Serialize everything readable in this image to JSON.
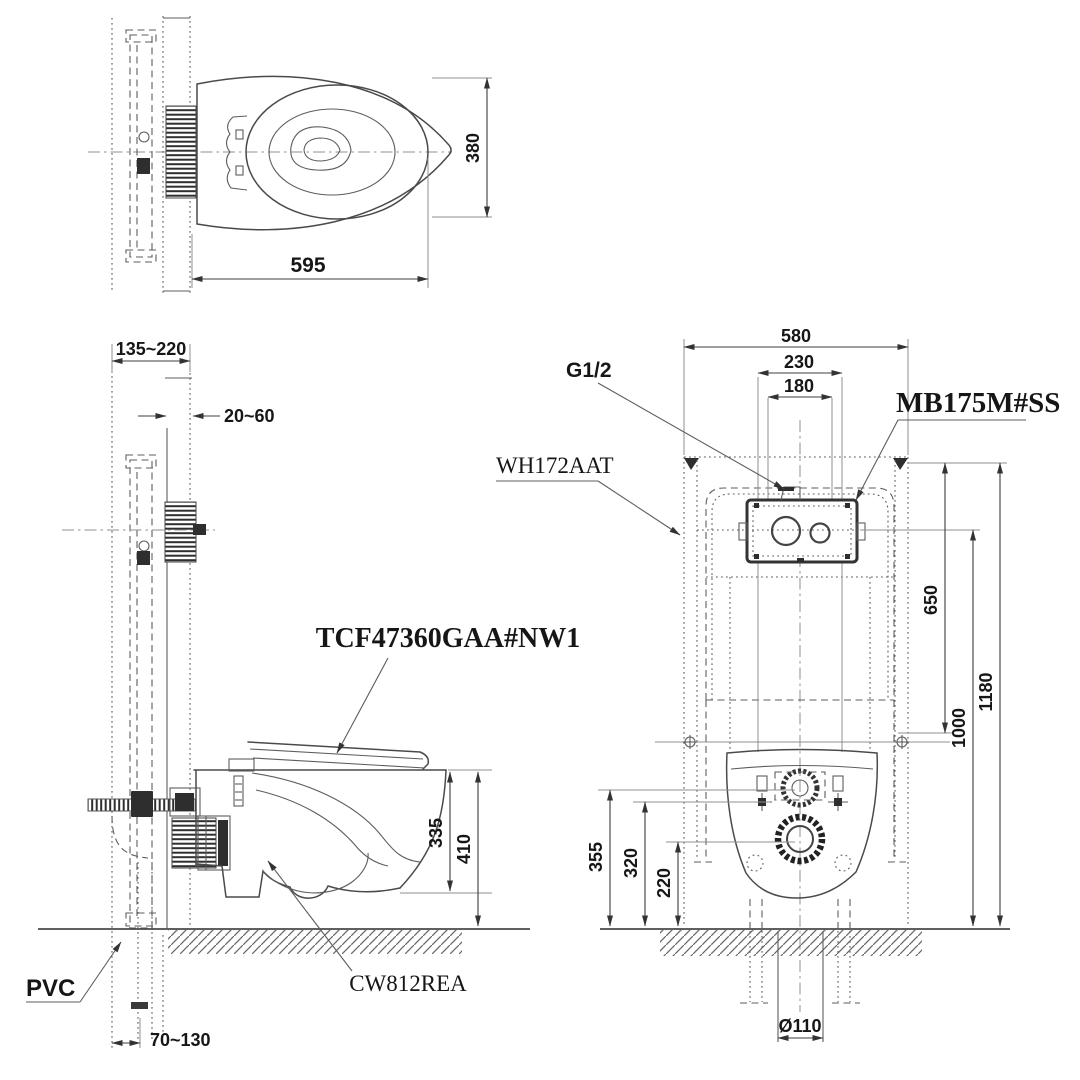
{
  "views": {
    "top": {
      "dim_width": "595",
      "dim_depth": "380"
    },
    "side": {
      "dim_wall_cavity": "135~220",
      "dim_finish_panel": "20~60",
      "dim_rim_to_bowl_bottom": "335",
      "dim_rim_height": "410",
      "dim_outlet_offset": "70~130",
      "label_pipe": "PVC",
      "label_washlet_model": "TCF47360GAA#NW1",
      "label_bowl_model": "CW812REA"
    },
    "front": {
      "dim_frame_width": "580",
      "dim_tank_width": "230",
      "dim_panel_width": "180",
      "dim_panel_drop": "650",
      "dim_actuator_height": "1000",
      "dim_frame_height": "1180",
      "dim_supply_height": "355",
      "dim_bolt_height": "320",
      "dim_outlet_height": "220",
      "dim_drain_diameter": "Ø110",
      "label_supply_thread": "G1/2",
      "label_frame_model": "WH172AAT",
      "label_panel_model": "MB175M#SS"
    }
  }
}
